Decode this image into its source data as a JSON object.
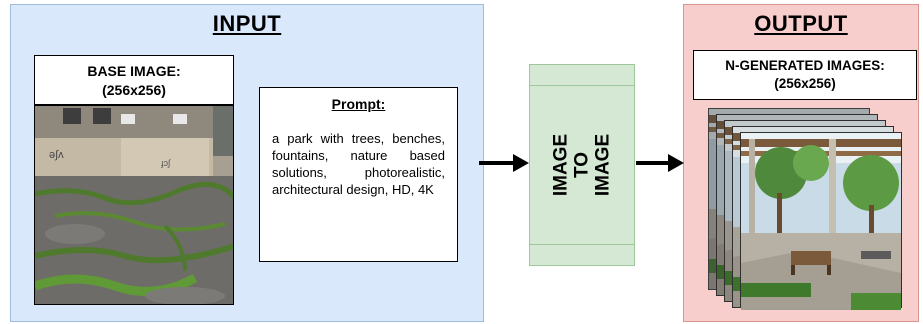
{
  "input": {
    "title": "INPUT"
  },
  "base_image": {
    "label_line1": "BASE IMAGE:",
    "label_line2": "(256x256)"
  },
  "prompt": {
    "title": "Prompt:",
    "text": "a park with trees, benches, fountains, nature based solutions, photorealistic, architectural design, HD, 4K"
  },
  "model": {
    "line1": "IMAGE",
    "line2": "TO",
    "line3": "IMAGE"
  },
  "output": {
    "title": "OUTPUT",
    "label_line1": "N-GENERATED IMAGES:",
    "label_line2": "(256x256)"
  },
  "colors": {
    "input_bg": "#dae8fc",
    "model_bg": "#d5e8d4",
    "output_bg": "#f8cecc"
  }
}
